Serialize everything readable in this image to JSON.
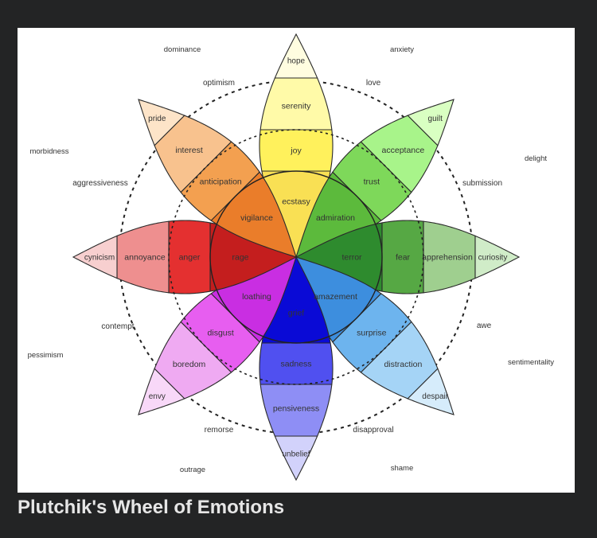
{
  "title": "Plutchik's Wheel of Emotions",
  "petals": [
    {
      "outer": "hope",
      "mid": "serenity",
      "inner": "joy",
      "core": "ecstasy",
      "colors": [
        "#fffde0",
        "#fffaa8",
        "#fff15c",
        "#f9e054"
      ]
    },
    {
      "outer": "guilt",
      "mid": "acceptance",
      "inner": "trust",
      "core": "admiration",
      "colors": [
        "#d9ffc2",
        "#a8f48a",
        "#7ed85a",
        "#5cba3c"
      ]
    },
    {
      "outer": "curiosity",
      "mid": "apprehension",
      "inner": "fear",
      "core": "terror",
      "colors": [
        "#d0ecc8",
        "#9fcf8f",
        "#56a844",
        "#2e8b2e"
      ]
    },
    {
      "outer": "despair",
      "mid": "distraction",
      "inner": "surprise",
      "core": "amazement",
      "colors": [
        "#d6ecfb",
        "#a5d4f6",
        "#6db4ee",
        "#3d8ede"
      ]
    },
    {
      "outer": "unbelief",
      "mid": "pensiveness",
      "inner": "sadness",
      "core": "grief",
      "colors": [
        "#d2d2fb",
        "#8e8ef5",
        "#5050f0",
        "#0a0ad6"
      ]
    },
    {
      "outer": "envy",
      "mid": "boredom",
      "inner": "disgust",
      "core": "loathing",
      "colors": [
        "#f8d8f8",
        "#efaaf2",
        "#e75ef0",
        "#c92ee2"
      ]
    },
    {
      "outer": "cynicism",
      "mid": "annoyance",
      "inner": "anger",
      "core": "rage",
      "colors": [
        "#f7cfcf",
        "#ee8f8f",
        "#e43030",
        "#c41e1e"
      ]
    },
    {
      "outer": "pride",
      "mid": "interest",
      "inner": "anticipation",
      "core": "vigilance",
      "colors": [
        "#fde4c8",
        "#f8c28e",
        "#f3a050",
        "#ea7d2a"
      ]
    }
  ],
  "dyads_inner": [
    "love",
    "submission",
    "awe",
    "disapproval",
    "remorse",
    "contempt",
    "aggressiveness",
    "optimism"
  ],
  "dyads_outer": [
    "anxiety",
    "delight",
    "sentimentality",
    "shame",
    "outrage",
    "pessimism",
    "morbidness",
    "dominance"
  ]
}
